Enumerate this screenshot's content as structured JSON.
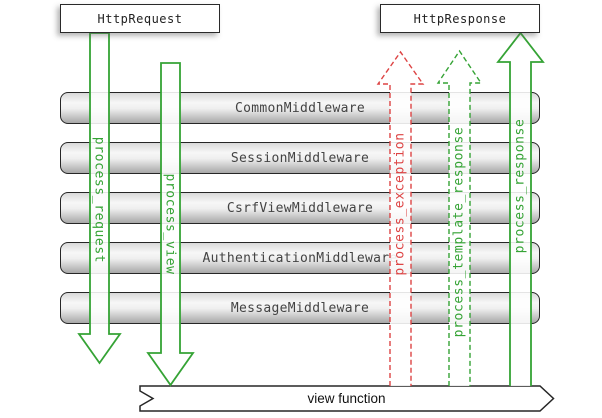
{
  "diagram": {
    "request_box": "HttpRequest",
    "response_box": "HttpResponse",
    "middleware_layers": [
      "CommonMiddleware",
      "SessionMiddleware",
      "CsrfViewMiddleware",
      "AuthenticationMiddleware",
      "MessageMiddleware"
    ],
    "arrows": [
      {
        "label": "process_request",
        "direction": "down",
        "style": "solid",
        "color": "#35a335"
      },
      {
        "label": "process_view",
        "direction": "down",
        "style": "solid",
        "color": "#35a335"
      },
      {
        "label": "process_exception",
        "direction": "up",
        "style": "dashed",
        "color": "#dd4444"
      },
      {
        "label": "process_template_response",
        "direction": "up",
        "style": "dashed",
        "color": "#35a335"
      },
      {
        "label": "process_response",
        "direction": "up",
        "style": "solid",
        "color": "#35a335"
      }
    ],
    "view_function": "view function",
    "colors": {
      "arrow_green": "#35a335",
      "arrow_red": "#dd4444",
      "outline_dark": "#262626",
      "bar_gradient_top": "#d9d9d9",
      "bar_gradient_bottom": "#a8a8a8"
    }
  }
}
